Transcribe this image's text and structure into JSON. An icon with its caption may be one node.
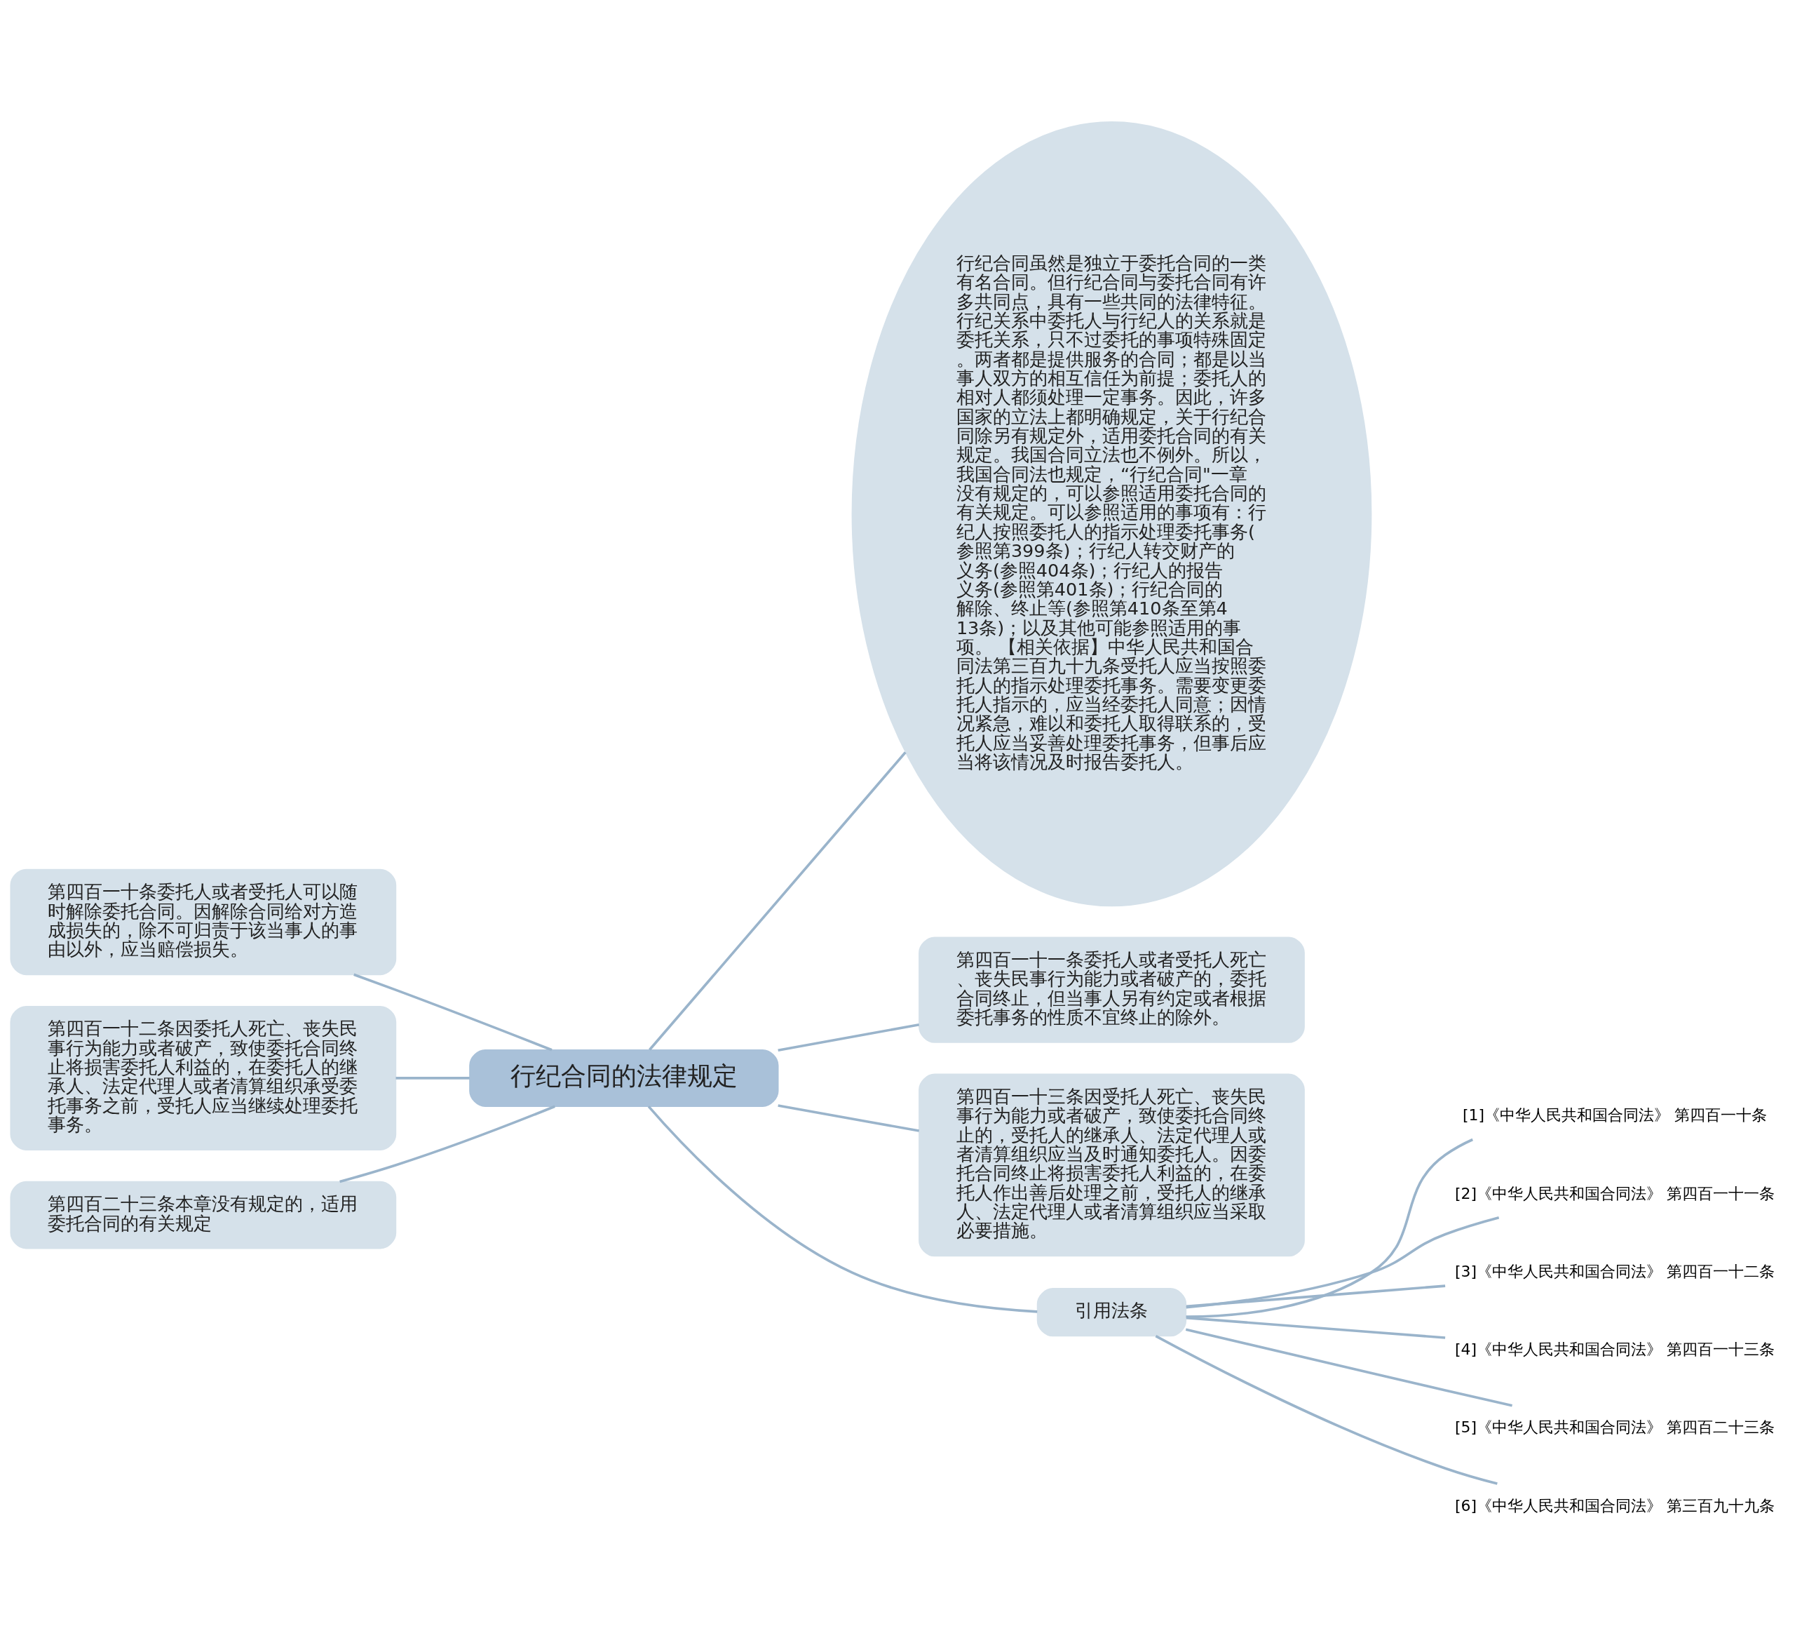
{
  "diagram": {
    "nodes": [
      {
        "text": [
          "行纪合同的法律规定"
        ]
      },
      {
        "text": [
          "行纪合同虽然是独立于委托合同的一类有名合同。但行纪合同与委托合同有许多共同点，具有一些共同的法律特征。行纪关系中委托人与行纪人的关系就是委托关系，只不过委托的事项特殊固定。两者都是提供服务的合同；都是以当事人双方的相互信任为前提；委托人的相对人都须处理一定事务。因此，许多国家的立法上都明确规定，关于行纪合同除另有规定外，适用委托合同的有关规定。我国合同立法也不例外。所以，我国合同法也规定，“行纪合同\"一章没有规定的，可以参照适用委托合同的有关规定。可以参照适用的事项有：行纪人按照委托人的指示处理委托事务(参照第399条)；行纪人转交财产的义务(参照404条)；行纪人的报告义务(参照第401条)；行纪合同的解除、终止等(参照第410条至第413条)；以及其他可能参照适用的事项。 【相关依据】中华人民共和国合同法第三百九十九条受托人应当按照委托人的指示处理委托事务。需要变更委托人指示的，应当经委托人同意；因情况紧急，难以和委托人取得联系的，受托人应当妥善处理委托事务，但事后应当将该情况及时报告委托人。"
        ]
      },
      {
        "text": [
          "第四百一十一条委托人或者受托人死亡、丧失民事行为能力或者破产的，委托合同终止，但当事人另有约定或者根据委托事务的性质不宜终止的除外。"
        ]
      },
      {
        "text": [
          "第四百一十三条因受托人死亡、丧失民事行为能力或者破产，致使委托合同终止的，受托人的继承人、法定代理人或者清算组织应当及时通知委托人。因委托合同终止将损害委托人利益的，在委托人作出善后处理之前，受托人的继承人、法定代理人或者清算组织应当采取必要措施。"
        ]
      },
      {
        "text": [
          "引用法条"
        ]
      },
      {
        "text": [
          "[1]《中华人民共和国合同法》 第四百一十条"
        ]
      },
      {
        "text": [
          "[2]《中华人民共和国合同法》 第四百一十一条"
        ]
      },
      {
        "text": [
          "[3]《中华人民共和国合同法》 第四百一十二条"
        ]
      },
      {
        "text": [
          "[4]《中华人民共和国合同法》 第四百一十三条"
        ]
      },
      {
        "text": [
          "[5]《中华人民共和国合同法》 第四百二十三条"
        ]
      },
      {
        "text": [
          "[6]《中华人民共和国合同法》 第三百九十九条"
        ]
      },
      {
        "text": [
          "第四百一十条委托人或者受托人可以随时解除委托合同。因解除合同给对方造成损失的，除不可归责于该当事人的事由以外，应当赔偿损失。"
        ]
      },
      {
        "text": [
          "第四百一十二条因委托人死亡、丧失民事行为能力或者破产，致使委托合同终止将损害委托人利益的，在委托人的继承人、法定代理人或者清算组织承受委托事务之前，受托人应当继续处理委托事务。"
        ]
      },
      {
        "text": [
          "第四百二十三条本章没有规定的，适用委托合同的有关规定"
        ]
      }
    ],
    "edges": [
      {
        "from": 0,
        "to": 1,
        "arrow": "none"
      },
      {
        "from": 0,
        "to": 2,
        "arrow": "none"
      },
      {
        "from": 0,
        "to": 3,
        "arrow": "none"
      },
      {
        "from": 0,
        "to": 4,
        "arrow": "none"
      },
      {
        "from": 4,
        "to": 5,
        "arrow": "none"
      },
      {
        "from": 4,
        "to": 6,
        "arrow": "none"
      },
      {
        "from": 4,
        "to": 7,
        "arrow": "none"
      },
      {
        "from": 4,
        "to": 8,
        "arrow": "none"
      },
      {
        "from": 4,
        "to": 9,
        "arrow": "none"
      },
      {
        "from": 4,
        "to": 10,
        "arrow": "none"
      },
      {
        "from": 11,
        "to": 0,
        "arrow": "none"
      },
      {
        "from": 12,
        "to": 0,
        "arrow": "none"
      },
      {
        "from": 13,
        "to": 0,
        "arrow": "none"
      }
    ]
  }
}
